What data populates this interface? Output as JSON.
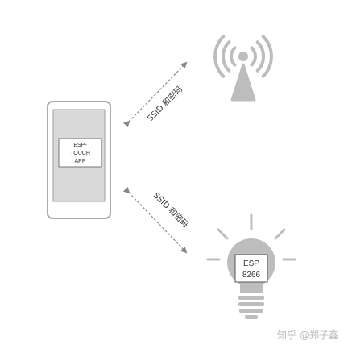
{
  "phone": {
    "app_label_line1": "ESP-",
    "app_label_line2": "TOUCH",
    "app_label_line3": "APP"
  },
  "bulb": {
    "chip_line1": "ESP",
    "chip_line2": "8266"
  },
  "arrows": {
    "upper_label": "SSID 和密码",
    "lower_label": "SSID 和密码"
  },
  "watermark": "知乎 @郑子鑫",
  "icons": {
    "router": "wifi-antenna-icon",
    "device": "light-bulb-icon",
    "phone": "smartphone-icon"
  },
  "colors": {
    "device_gray": "#bdbdbd",
    "outline_gray": "#aaaaaa",
    "arrow_gray": "#888888",
    "text": "#333333"
  }
}
